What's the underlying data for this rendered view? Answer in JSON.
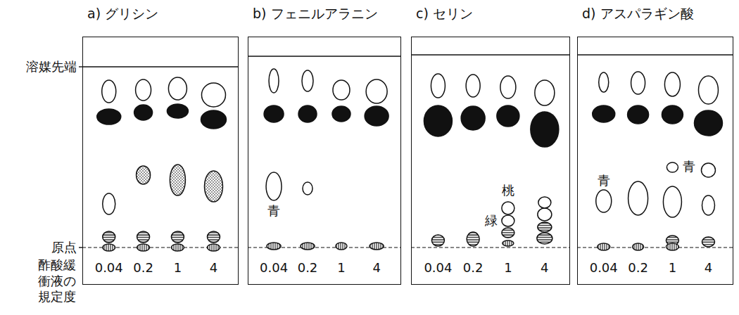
{
  "diagram": {
    "nodes": [
      {
        "text": [
          "a) グリシン"
        ]
      },
      {
        "text": [
          "b) フェニルアラニン"
        ]
      },
      {
        "text": [
          "c) セリン"
        ]
      },
      {
        "text": [
          "d) アスパラギン酸"
        ]
      }
    ],
    "labels": [
      "溶媒先端",
      "原点",
      "酢酸緩 衝液の 規定度",
      "0.04",
      "0.2",
      "1",
      "4",
      "0.04",
      "0.2",
      "1",
      "4",
      "0.04",
      "0.2",
      "1",
      "4",
      "0.04",
      "0.2",
      "1",
      "4",
      "青",
      "桃",
      "緑",
      "青",
      "青"
    ]
  }
}
